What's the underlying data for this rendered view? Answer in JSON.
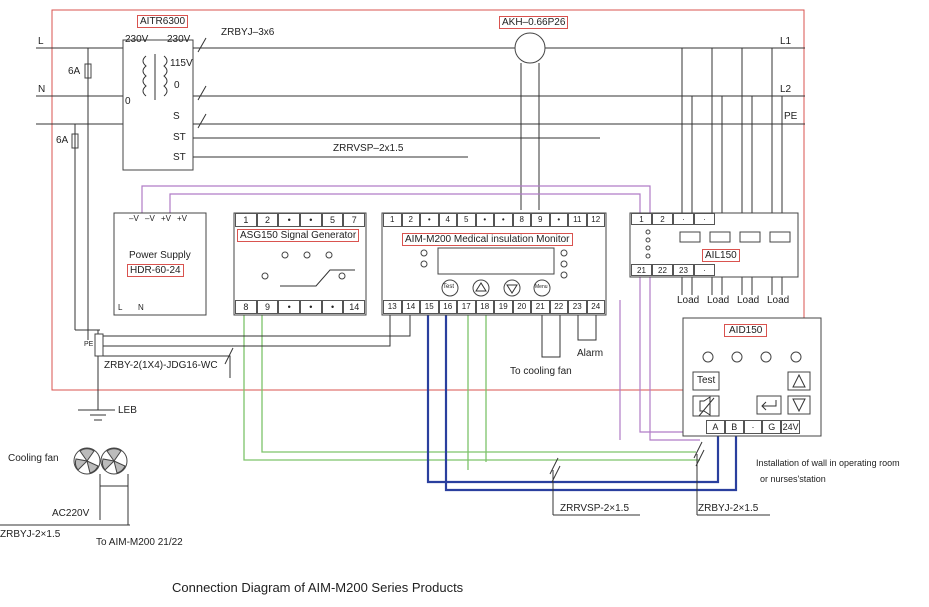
{
  "labels": {
    "aitr": "AITR6300",
    "zrbyj_3x6": "ZRBYJ–3x6",
    "akh": "AKH–0.66P26",
    "v230a": "230V",
    "v230b": "230V",
    "v115": "115V",
    "zero1": "0",
    "zero2": "0",
    "L": "L",
    "N": "N",
    "fuse1": "6A",
    "fuse2": "6A",
    "L1": "L1",
    "L2": "L2",
    "PE": "PE",
    "S": "S",
    "ST1": "ST",
    "ST2": "ST",
    "zrrvsp_top": "ZRRVSP–2x1.5",
    "ps_title": "Power Supply",
    "ps_model": "HDR-60-24",
    "ps_t1": "–V",
    "ps_t2": "–V",
    "ps_t3": "+V",
    "ps_t4": "+V",
    "ps_L": "L",
    "ps_N": "N",
    "asg": "ASG150 Signal Generator",
    "aim": "AIM-M200 Medical insulation Monitor",
    "ail": "AIL150",
    "aid": "AID150",
    "test_small": "Test",
    "menu_small": "Menu",
    "test_btn": "Test",
    "load1": "Load",
    "load2": "Load",
    "load3": "Load",
    "load4": "Load",
    "alarm": "Alarm",
    "to_cooling_fan": "To cooling fan",
    "zrby_jdg": "ZRBY-2(1X4)-JDG16-WC",
    "leb": "LEB",
    "pe_small": "PE",
    "cooling_fan": "Cooling fan",
    "ac220": "AC220V",
    "zrbyj_left": "ZRBYJ-2×1.5",
    "to_aim": "To AIM-M200 21/22",
    "zrrvsp_bottom": "ZRRVSP-2×1.5",
    "zrbyj_bottom": "ZRBYJ-2×1.5",
    "install1": "Installation of wall in operating room",
    "install2": "or nurses'station",
    "caption": "Connection Diagram of AIM-M200 Series Products"
  },
  "asg_top_terms": [
    "1",
    "2",
    "•",
    "•",
    "5",
    "7"
  ],
  "asg_bottom_terms": [
    "8",
    "9",
    "•",
    "•",
    "•",
    "14"
  ],
  "aim_top_terms": [
    "1",
    "2",
    "•",
    "4",
    "5",
    "•",
    "•",
    "8",
    "9",
    "•",
    "11",
    "12"
  ],
  "aim_bottom_terms": [
    "13",
    "14",
    "15",
    "16",
    "17",
    "18",
    "19",
    "20",
    "21",
    "22",
    "23",
    "24"
  ],
  "ail_top_terms": [
    "1",
    "2",
    "·",
    "·"
  ],
  "ail_bottom_terms": [
    "21",
    "22",
    "23",
    "·"
  ],
  "aid_terms": [
    "A",
    "B",
    "·",
    "G",
    "24V"
  ],
  "colors": {
    "zone_border": "#d9534f",
    "green_wire": "#7dc46a",
    "purple_wire": "#b07cc6",
    "blue_wire": "#2a3f9e"
  }
}
